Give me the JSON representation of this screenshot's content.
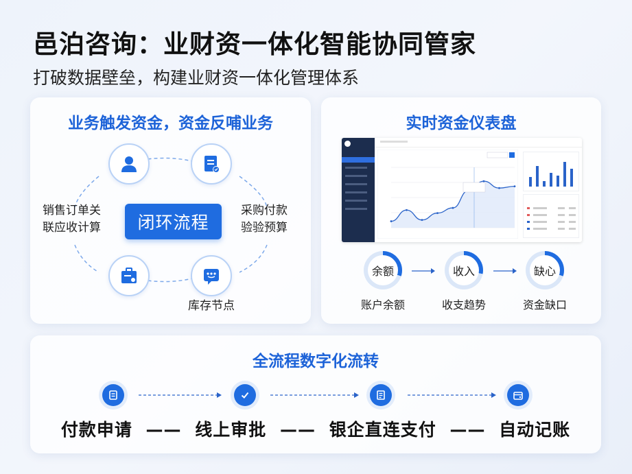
{
  "header": {
    "title": "邑泊咨询：业财资一体化智能协同管家",
    "subtitle": "打破数据壁垒，构建业财资一体化管理体系"
  },
  "loop_card": {
    "title": "业务触发资金，资金反哺业务",
    "center_label": "闭环流程",
    "left_text": [
      "销售订单关",
      "联应收计算"
    ],
    "right_text": [
      "采购付款",
      "验验预算"
    ],
    "bottom_text": "库存节点"
  },
  "dashboard_card": {
    "title": "实时资金仪表盘",
    "indicators": [
      {
        "ring_text": "余额",
        "label": "账户余额",
        "progress": 0.3
      },
      {
        "ring_text": "收入",
        "label": "收支趋势",
        "progress": 0.28
      },
      {
        "ring_text": "缺心",
        "label": "资金缺口",
        "progress": 0.3
      }
    ]
  },
  "flow_card": {
    "title": "全流程数字化流转",
    "steps": [
      "付款申请",
      "线上审批",
      "银企直连支付",
      "自动记账"
    ],
    "separator": "——"
  },
  "colors": {
    "accent": "#1f6ce0",
    "title_blue": "#1d63d8",
    "ring_track": "#dbe7f8"
  },
  "chart_data": {
    "type": "area",
    "x": [
      "1",
      "2",
      "3",
      "4",
      "5",
      "6",
      "7"
    ],
    "values": [
      175,
      305,
      190,
      270,
      330,
      530,
      640,
      560,
      580
    ],
    "ylim": [
      100,
      800
    ]
  }
}
